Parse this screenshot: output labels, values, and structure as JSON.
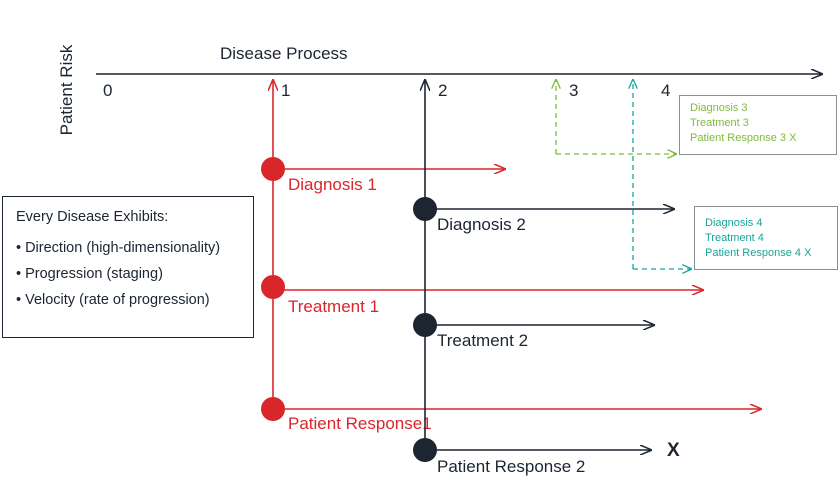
{
  "y_axis_label": "Patient Risk",
  "x_axis_label": "Disease Process",
  "ticks": [
    "0",
    "1",
    "2",
    "3",
    "4"
  ],
  "red_branch": {
    "color": "#d8262b",
    "nodes": [
      "Diagnosis 1",
      "Treatment 1",
      "Patient Response1"
    ]
  },
  "dark_branch": {
    "color": "#1c2530",
    "nodes": [
      "Diagnosis 2",
      "Treatment 2",
      "Patient Response 2"
    ],
    "end_mark": "X"
  },
  "branch3": {
    "color": "#7dbb3c",
    "lines": [
      "Diagnosis 3",
      "Treatment 3",
      "Patient Response 3 X"
    ]
  },
  "branch4": {
    "color": "#17a59a",
    "lines": [
      "Diagnosis 4",
      "Treatment 4",
      "Patient Response 4 X"
    ]
  },
  "exhibits": {
    "title": "Every Disease Exhibits:",
    "items": [
      "Direction (high-dimensionality)",
      "Progression (staging)",
      "Velocity (rate of progression)"
    ]
  }
}
